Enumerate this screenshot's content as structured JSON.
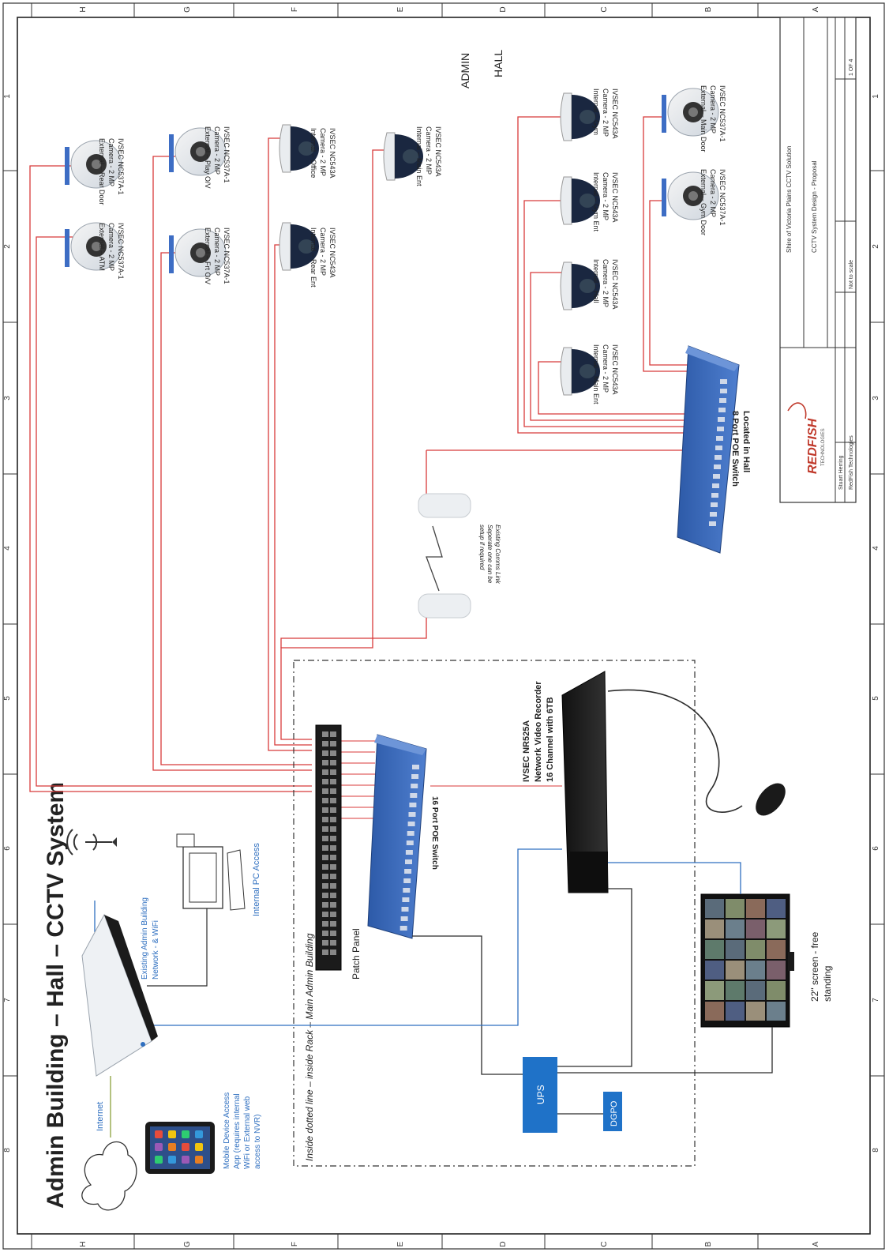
{
  "title": "Admin Building – Hall – CCTV System",
  "border": {
    "left_letters": [
      "H",
      "G",
      "F",
      "E",
      "D",
      "C",
      "B",
      "A"
    ],
    "top_numbers": [
      "1",
      "2",
      "3",
      "4",
      "5",
      "6",
      "7",
      "8"
    ]
  },
  "areas": {
    "admin": "ADMIN",
    "hall": "HALL"
  },
  "admin_cameras": [
    {
      "model": "IVSEC NC537A-1",
      "spec": "Camera - 2 MP",
      "location": "External – Rear Door"
    },
    {
      "model": "IVSEC NC537A-1",
      "spec": "Camera - 2 MP",
      "location": "External – ATM"
    },
    {
      "model": "IVSEC NC537A-1",
      "spec": "Camera - 2 MP",
      "location": "External – Play O/V"
    },
    {
      "model": "IVSEC NC537A-1",
      "spec": "Camera - 2 MP",
      "location": "External – Frt O/V"
    },
    {
      "model": "IVSEC NC543A",
      "spec": "Camera - 2 MP",
      "location": "Internal – Office"
    },
    {
      "model": "IVSEC NC543A",
      "spec": "Camera - 2 MP",
      "location": "Internal – Rear Ent"
    },
    {
      "model": "IVSEC NC543A",
      "spec": "Camera - 2 MP",
      "location": "Internal – Main Ent"
    }
  ],
  "hall_cameras": [
    {
      "model": "IVSEC NC543A",
      "spec": "Camera - 2 MP",
      "location": "Internal – Gym"
    },
    {
      "model": "IVSEC NC543A",
      "spec": "Camera - 2 MP",
      "location": "Internal – Gym Ent"
    },
    {
      "model": "IVSEC NC543A",
      "spec": "Camera - 2 MP",
      "location": "Internal – Hall"
    },
    {
      "model": "IVSEC NC543A",
      "spec": "Camera - 2 MP",
      "location": "Internal – Main Ent"
    },
    {
      "model": "IVSEC NC537A-1",
      "spec": "Camera - 2 MP",
      "location": "External – Main Door"
    },
    {
      "model": "IVSEC NC537A-1",
      "spec": "Camera - 2 MP",
      "location": "External – Gym Door"
    }
  ],
  "hall_switch": {
    "line1": "8 Port POE Switch",
    "line2": "Located in Hall"
  },
  "comms_link": {
    "line1": "Existing Comms Link",
    "line2": "Seperate one can be",
    "line3": "setup if required"
  },
  "patch_panel": "Patch Panel",
  "poe16": "16 Port POE Switch",
  "nvr": {
    "line1": "IVSEC NR525A",
    "line2": "Network Video Recorder",
    "line3": "16 Channel with 6TB"
  },
  "rack_note": "Inside dotted line – inside Rack – Main Admin Building",
  "existing_network": {
    "line1": "Existing Admin Building",
    "line2": "Network - & WiFi"
  },
  "internal_pc": "Internal PC Access",
  "internet": "Internet",
  "mobile": {
    "line1": "Mobile Device Access",
    "line2": "App (requires internal",
    "line3": "WiFi or External web",
    "line4": "access to NVR)"
  },
  "ups": "UPS",
  "dgpo": "DGPO",
  "screen": {
    "line1": "22\" screen - free",
    "line2": "standing"
  },
  "title_block": {
    "client": "Shire of Victoria Plains  CCTV Solution",
    "drawing": "CCTV System Design - Proposal",
    "company": "REDFISH",
    "company_sub": "TECHNOLOGIES",
    "drawn_by": "Stuart Herring",
    "company_full": "RedFish Technologies",
    "scale": "Not to scale",
    "sheet": "1 OF 4"
  },
  "colors": {
    "power_red": "#d83a3a",
    "net_blue": "#2f6fc0",
    "switch_blue": "#3a66b8",
    "ups_blue": "#1f72c8",
    "cable_dark": "#2b2b2b"
  }
}
